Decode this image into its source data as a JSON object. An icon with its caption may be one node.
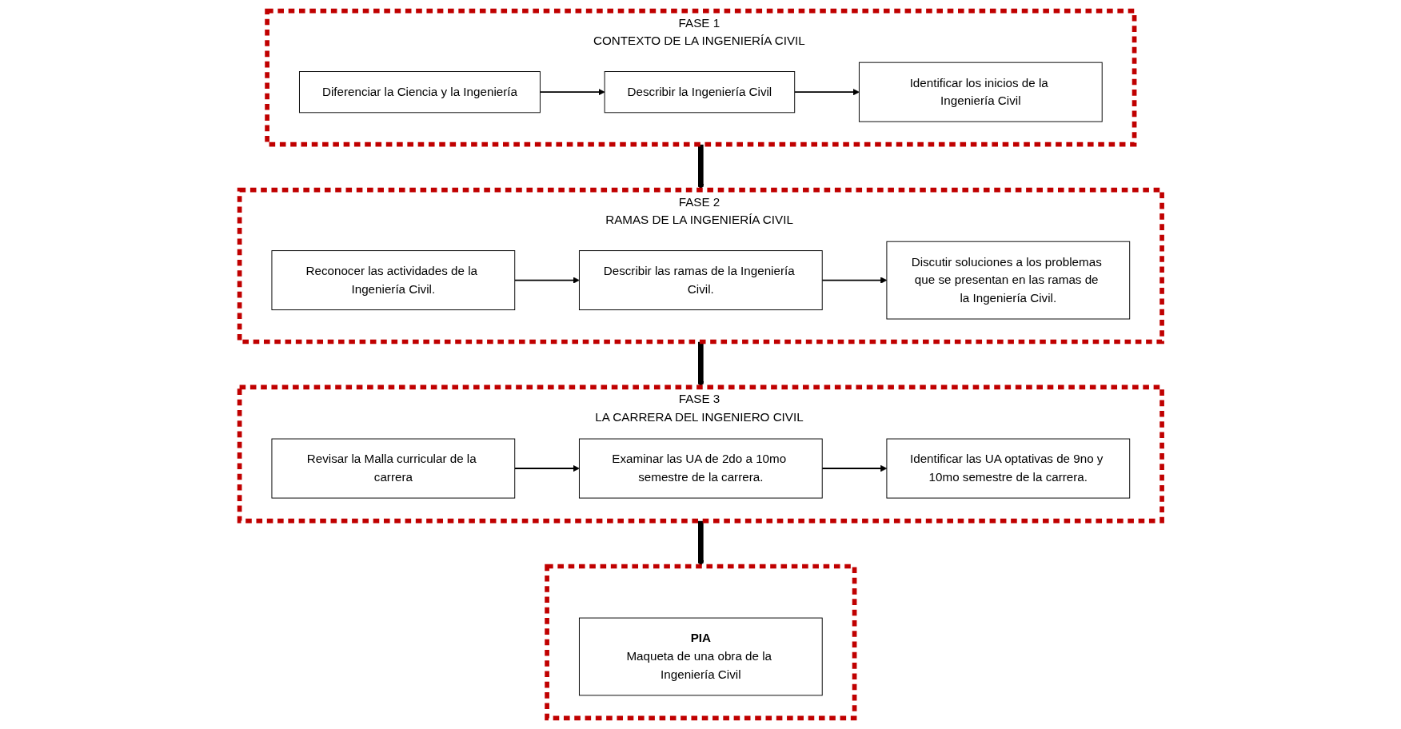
{
  "diagram": {
    "nodes": [
      {
        "text": [
          "FASE 1",
          "CONTEXTO DE LA INGENIERÍA CIVIL"
        ]
      },
      {
        "text": [
          "Diferenciar la Ciencia y la Ingeniería"
        ],
        "in": 0
      },
      {
        "text": [
          "Describir la Ingeniería Civil"
        ],
        "in": 0
      },
      {
        "text": [
          "Identificar los inicios de la Ingeniería Civil"
        ],
        "in": 0
      },
      {
        "text": [
          "FASE 2",
          "RAMAS DE LA INGENIERÍA CIVIL"
        ]
      },
      {
        "text": [
          "Reconocer las actividades de la Ingeniería Civil."
        ],
        "in": 4
      },
      {
        "text": [
          "Describir las ramas de la Ingeniería Civil."
        ],
        "in": 4
      },
      {
        "text": [
          "Discutir soluciones a los problemas que se presentan en las ramas de la Ingeniería Civil."
        ],
        "in": 4
      },
      {
        "text": [
          "FASE 3",
          "LA CARRERA DEL INGENIERO CIVIL"
        ]
      },
      {
        "text": [
          "Revisar la Malla curricular de la carrera"
        ],
        "in": 8
      },
      {
        "text": [
          "Examinar las UA de 2do a 10mo semestre de la carrera."
        ],
        "in": 8
      },
      {
        "text": [
          "Identificar las UA optativas de 9no y 10mo semestre de la carrera."
        ],
        "in": 8
      },
      {
        "text": [],
        "shape": "box"
      },
      {
        "text": [
          "PIA",
          "Maqueta de una obra de la Ingeniería Civil"
        ],
        "in": 12
      }
    ],
    "edges": [
      {
        "from": 1,
        "to": 2,
        "arrow": "to"
      },
      {
        "from": 2,
        "to": 3,
        "arrow": "to"
      },
      {
        "from": 0,
        "to": 4,
        "arrow": "to",
        "style": "thick"
      },
      {
        "from": 5,
        "to": 6,
        "arrow": "to"
      },
      {
        "from": 6,
        "to": 7,
        "arrow": "to"
      },
      {
        "from": 4,
        "to": 8,
        "arrow": "to",
        "style": "thick"
      },
      {
        "from": 9,
        "to": 10,
        "arrow": "to"
      },
      {
        "from": 10,
        "to": 11,
        "arrow": "to"
      },
      {
        "from": 8,
        "to": 12,
        "arrow": "to",
        "style": "thick"
      }
    ]
  }
}
